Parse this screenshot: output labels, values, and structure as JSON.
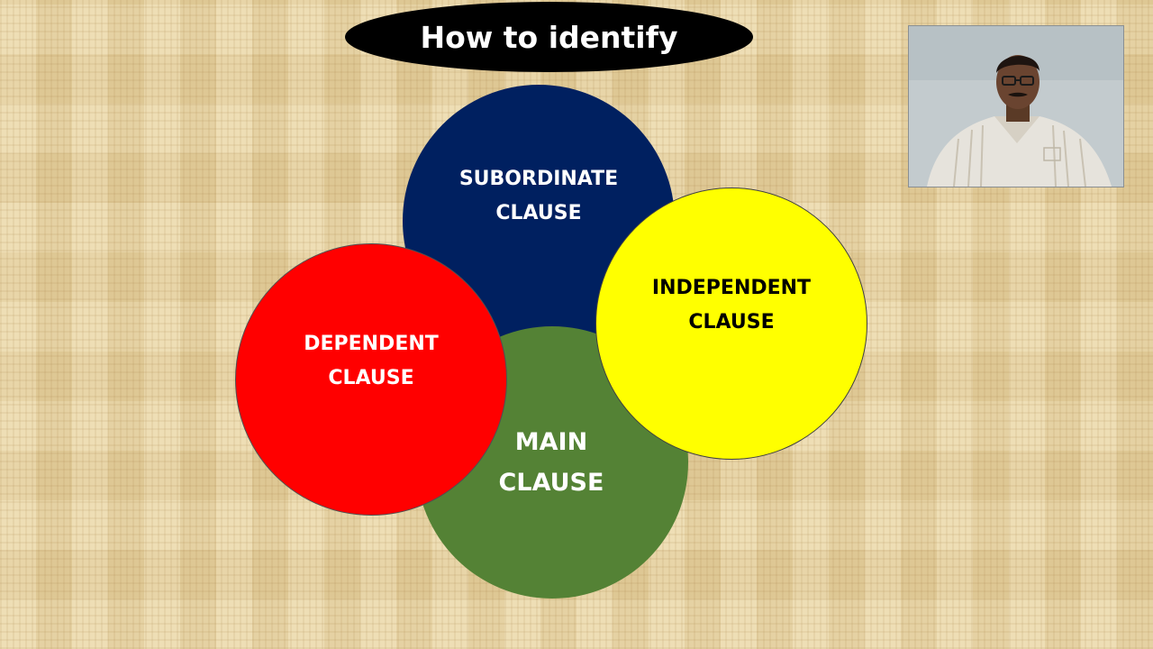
{
  "slide": {
    "title": "How to identify"
  },
  "diagram": {
    "circles": [
      {
        "id": "subordinate",
        "line1": "SUBORDINATE",
        "line2": "CLAUSE",
        "color": "#002060",
        "text_color": "#ffffff"
      },
      {
        "id": "main",
        "line1": "MAIN",
        "line2": "CLAUSE",
        "color": "#548235",
        "text_color": "#ffffff"
      },
      {
        "id": "independent",
        "line1": "INDEPENDENT",
        "line2": "CLAUSE",
        "color": "#ffff00",
        "text_color": "#000000"
      },
      {
        "id": "dependent",
        "line1": "DEPENDENT",
        "line2": "CLAUSE",
        "color": "#ff0000",
        "text_color": "#ffffff"
      }
    ]
  },
  "webcam": {
    "icon": "presenter-video"
  },
  "colors": {
    "title_oval": "#000000",
    "background": "#e7d2a0"
  }
}
